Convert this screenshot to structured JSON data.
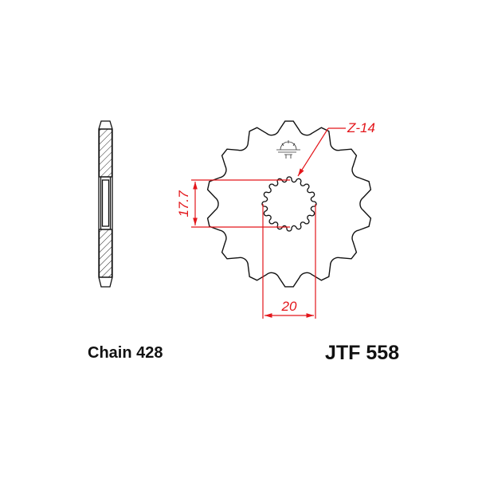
{
  "colors": {
    "outline": "#111111",
    "dimension": "#e3161b"
  },
  "dimensions": {
    "teeth_label": "Z-14",
    "height_label": "17.7",
    "width_label": "20"
  },
  "sprocket": {
    "teeth": 14,
    "spline_teeth": 16
  },
  "labels": {
    "chain": "Chain 428",
    "part_number": "JTF 558"
  }
}
